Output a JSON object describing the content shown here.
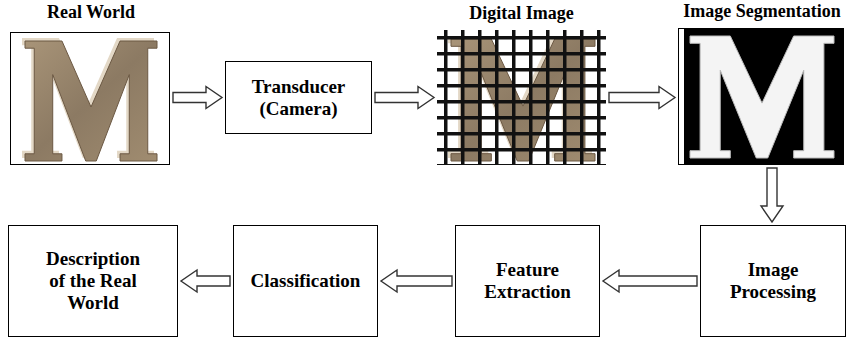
{
  "diagram": {
    "nodes": [
      {
        "text": [
          "Real World"
        ]
      },
      {
        "text": [
          "Transducer (Camera)"
        ]
      },
      {
        "text": [
          "Digital Image"
        ]
      },
      {
        "text": [
          "Image Segmentation"
        ]
      },
      {
        "text": [
          "Image Processing"
        ]
      },
      {
        "text": [
          "Feature Extraction"
        ]
      },
      {
        "text": [
          "Classification"
        ]
      },
      {
        "text": [
          "Description of the Real World"
        ]
      }
    ],
    "edges": [
      {
        "from": 0,
        "to": 1,
        "arrow": "to"
      },
      {
        "from": 1,
        "to": 2,
        "arrow": "to"
      },
      {
        "from": 2,
        "to": 3,
        "arrow": "to"
      },
      {
        "from": 3,
        "to": 4,
        "arrow": "to"
      },
      {
        "from": 4,
        "to": 5,
        "arrow": "to"
      },
      {
        "from": 5,
        "to": 6,
        "arrow": "to"
      },
      {
        "from": 6,
        "to": 7,
        "arrow": "to"
      }
    ]
  }
}
